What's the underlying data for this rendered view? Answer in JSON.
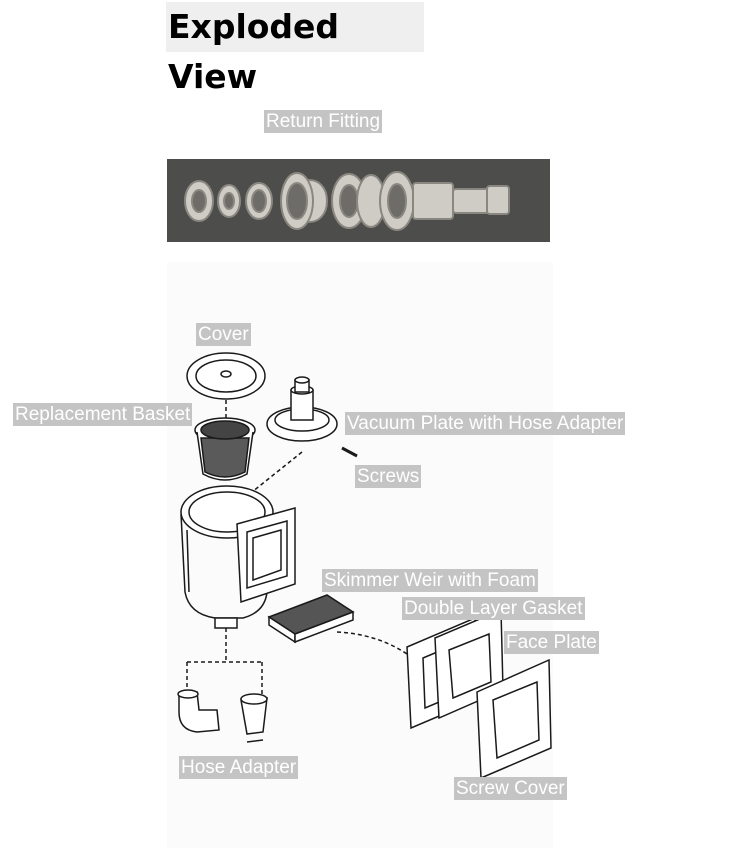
{
  "title": "Exploded View",
  "labels": {
    "return_fitting": "Return Fitting",
    "cover": "Cover",
    "replacement_basket": "Replacement Basket",
    "vacuum_plate": "Vacuum Plate with Hose Adapter",
    "screws": "Screws",
    "skimmer_weir": "Skimmer Weir with Foam",
    "double_layer_gasket": "Double Layer Gasket",
    "face_plate": "Face Plate",
    "hose_adapter": "Hose Adapter",
    "screw_cover": "Screw Cover"
  },
  "colors": {
    "label_bg": "#c4c4c4",
    "label_text": "#ffffff",
    "photo_bg": "#4d4d4b"
  }
}
